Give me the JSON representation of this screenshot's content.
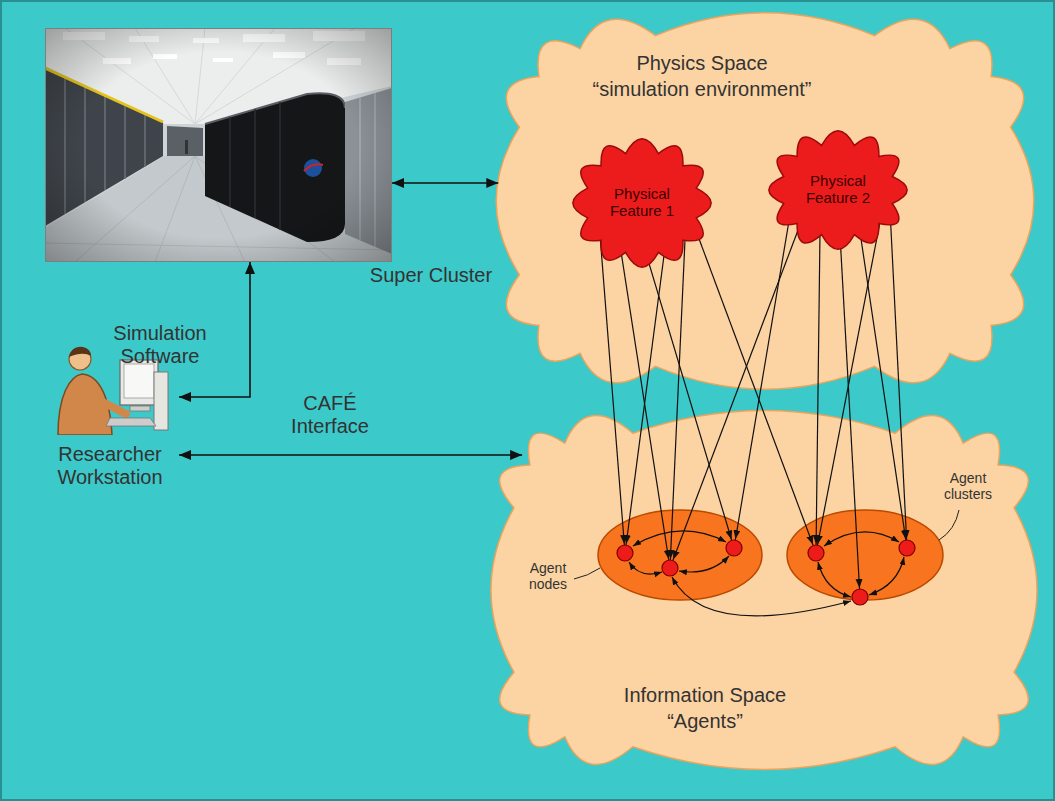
{
  "diagram": {
    "nodes": [
      {
        "text": [
          "Super Cluster"
        ]
      },
      {
        "text": [
          "Physics Space",
          "“simulation environment”"
        ]
      },
      {
        "text": [
          "Physical Feature 1"
        ],
        "in": 1
      },
      {
        "text": [
          "Physical Feature 2"
        ],
        "in": 1
      },
      {
        "text": [
          "Researcher Workstation"
        ]
      },
      {
        "text": [
          "Information Space",
          "“Agents”"
        ]
      }
    ],
    "edges": [
      {
        "from": 0,
        "to": 1,
        "arrow": "both"
      },
      {
        "from": 0,
        "to": 4,
        "label": "Simulation Software",
        "arrow": "both"
      },
      {
        "from": 4,
        "to": 5,
        "label": "CAFÉ Interface",
        "arrow": "both"
      }
    ],
    "labels": [
      "Agent nodes",
      "Agent clusters"
    ]
  }
}
